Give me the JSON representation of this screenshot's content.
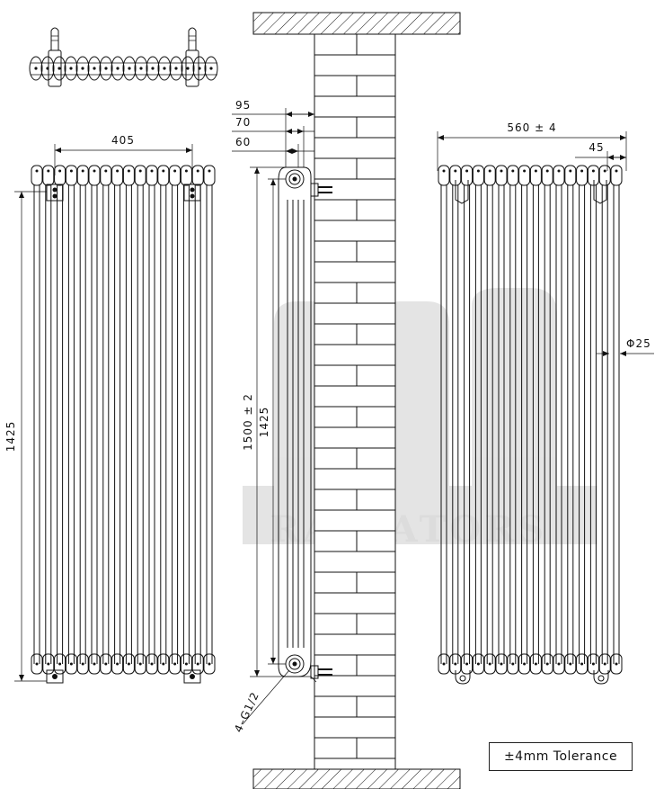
{
  "dimensions": {
    "front_width": "405",
    "front_height": "1425",
    "side_offset_95": "95",
    "side_offset_70": "70",
    "side_offset_60": "60",
    "side_overall_height": "1500 ± 2",
    "side_height": "1425",
    "connection": "4–G1/2",
    "rear_width": "560 ± 4",
    "rear_section": "45",
    "tube_diameter": "Φ25"
  },
  "watermark": {
    "text": "RADIATORS"
  },
  "tolerance": {
    "label": "±4mm Tolerance"
  },
  "colors": {
    "line": "#111111",
    "watermark": "#d9d9d9",
    "background": "#ffffff"
  }
}
